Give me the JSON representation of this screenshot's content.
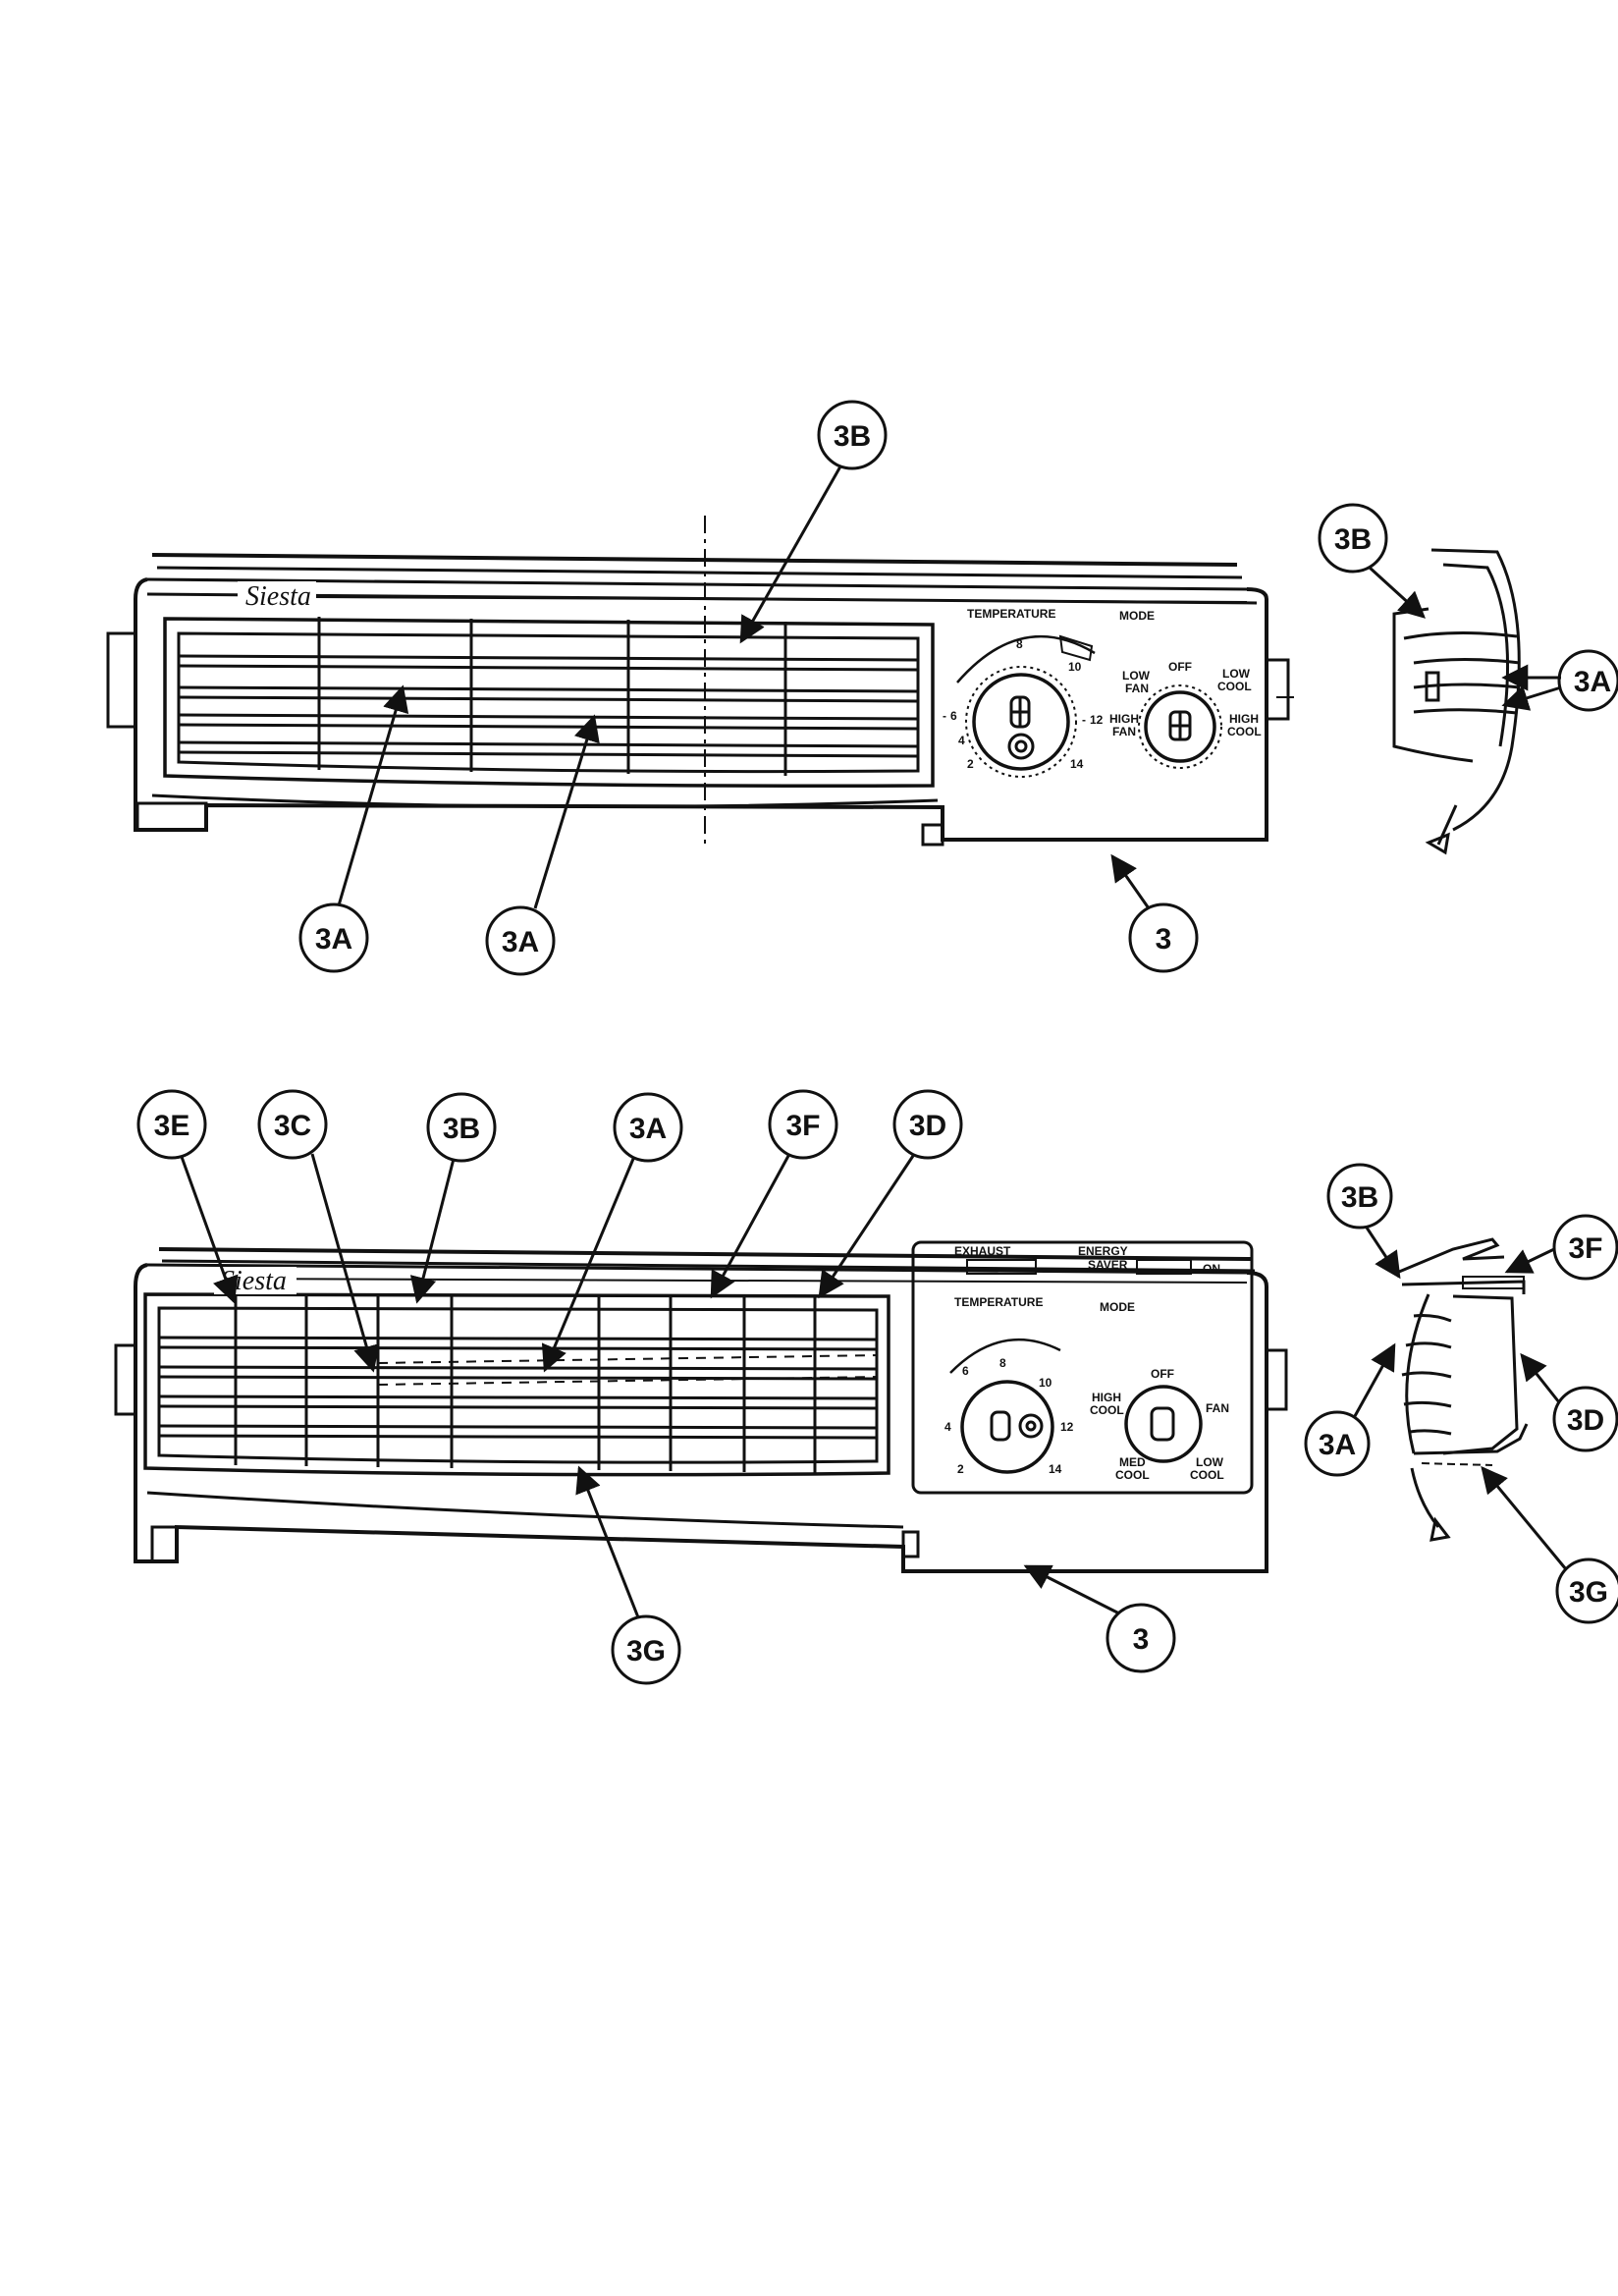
{
  "upper_unit": {
    "brand": "Siesta",
    "panel": {
      "temperature_label": "TEMPERATURE",
      "mode_label": "MODE",
      "dial_numbers": [
        "2",
        "4",
        "6",
        "8",
        "10",
        "12",
        "14"
      ],
      "dial_marks": [
        "-",
        "-"
      ],
      "mode_positions": [
        "OFF",
        "LOW",
        "COOL",
        "LOW",
        "FAN",
        "HIGH",
        "FAN",
        "HIGH",
        "COOL"
      ]
    },
    "callouts": [
      "3B",
      "3A",
      "3A",
      "3",
      "3B",
      "3A"
    ]
  },
  "lower_unit": {
    "brand": "Siesta",
    "panel": {
      "exhaust_label": "EXHAUST",
      "energy_saver_label": [
        "ENERGY",
        "SAVER"
      ],
      "on_label": "ON",
      "temperature_label": "TEMPERATURE",
      "mode_label": "MODE",
      "dial_numbers": [
        "4",
        "6",
        "8",
        "10",
        "12",
        "2",
        "14"
      ],
      "mode_positions": [
        "OFF",
        "HIGH",
        "COOL",
        "FAN",
        "MED",
        "COOL",
        "LOW",
        "COOL"
      ]
    },
    "callouts": [
      "3E",
      "3C",
      "3B",
      "3A",
      "3F",
      "3D",
      "3G",
      "3",
      "3B",
      "3F",
      "3A",
      "3D",
      "3G"
    ]
  }
}
